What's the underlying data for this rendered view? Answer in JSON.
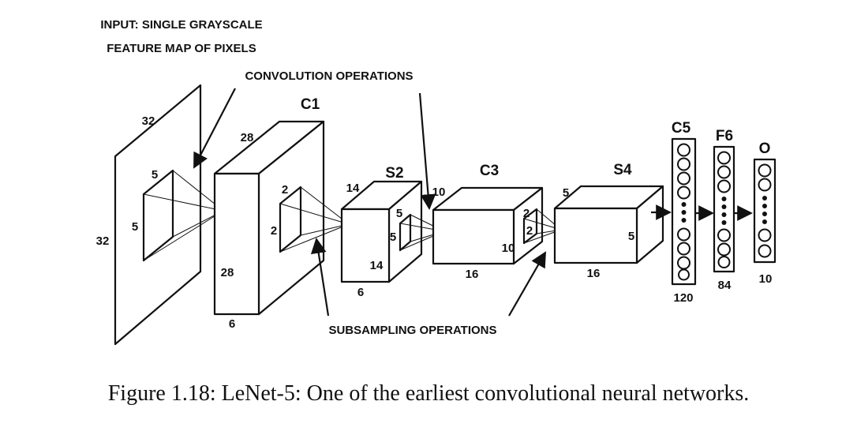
{
  "input_title": [
    "INPUT: SINGLE GRAYSCALE",
    "FEATURE MAP OF PIXELS"
  ],
  "convolution_label": "CONVOLUTION OPERATIONS",
  "subsampling_label": "SUBSAMPLING OPERATIONS",
  "input": {
    "width": "32",
    "height": "32",
    "kernel_w": "5",
    "kernel_h": "5"
  },
  "c1": {
    "name": "C1",
    "side": "28",
    "height": "28",
    "depth": "6",
    "kernel_w": "2",
    "kernel_h": "2"
  },
  "s2": {
    "name": "S2",
    "side": "14",
    "height": "14",
    "depth": "6",
    "kernel_w": "5",
    "kernel_h": "5"
  },
  "c3": {
    "name": "C3",
    "height": "10",
    "side": "10",
    "depth": "16",
    "kernel_w": "2",
    "kernel_h": "2"
  },
  "s4": {
    "name": "S4",
    "side": "5",
    "height": "5",
    "depth": "16"
  },
  "c5": {
    "name": "C5",
    "size": "120"
  },
  "f6": {
    "name": "F6",
    "size": "84"
  },
  "output": {
    "name": "O",
    "size": "10"
  },
  "caption": "Figure 1.18: LeNet-5: One of the earliest convolutional neural networks."
}
